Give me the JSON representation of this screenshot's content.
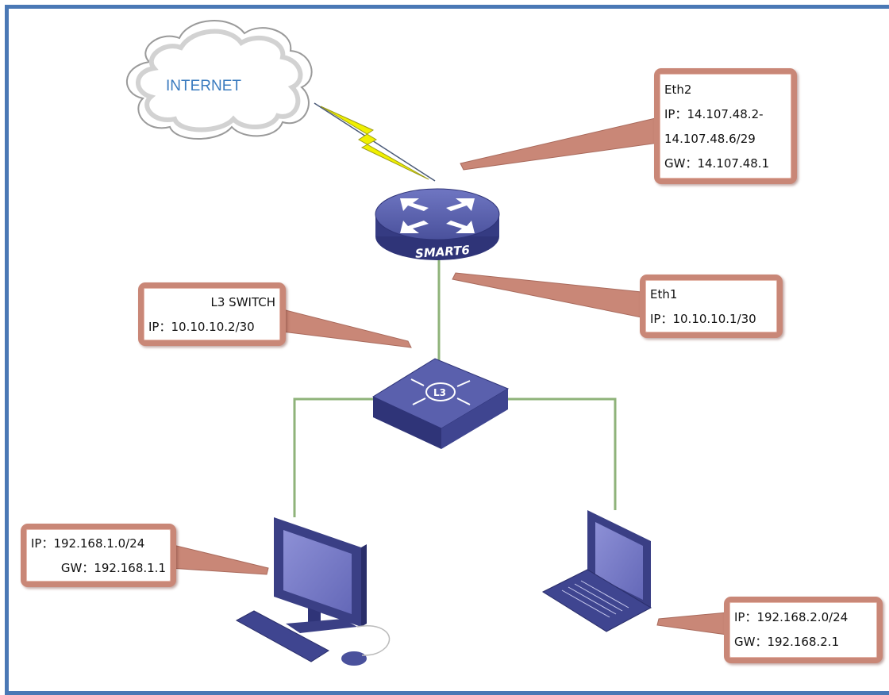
{
  "internet": {
    "label": "INTERNET"
  },
  "router": {
    "brand": "SMART6"
  },
  "switch": {
    "badge": "L3"
  },
  "callouts": {
    "eth2": {
      "line1": "Eth2",
      "line2": "IP：14.107.48.2-",
      "line3": "14.107.48.6/29",
      "line4": "GW：14.107.48.1"
    },
    "eth1": {
      "line1": "Eth1",
      "line2": "IP：10.10.10.1/30"
    },
    "l3switch": {
      "line1": "L3 SWITCH",
      "line2": "IP：10.10.10.2/30"
    },
    "desktop": {
      "line1": "IP：192.168.1.0/24",
      "line2": "GW：192.168.1.1"
    },
    "laptop": {
      "line1": "IP：192.168.2.0/24",
      "line2": "GW：192.168.2.1"
    }
  },
  "colors": {
    "frame": "#4a78b5",
    "callout_pointer": "#c98777",
    "link_line": "#8fb37a",
    "device_blue": "#3a3f85",
    "lightning": "#f0f000"
  }
}
